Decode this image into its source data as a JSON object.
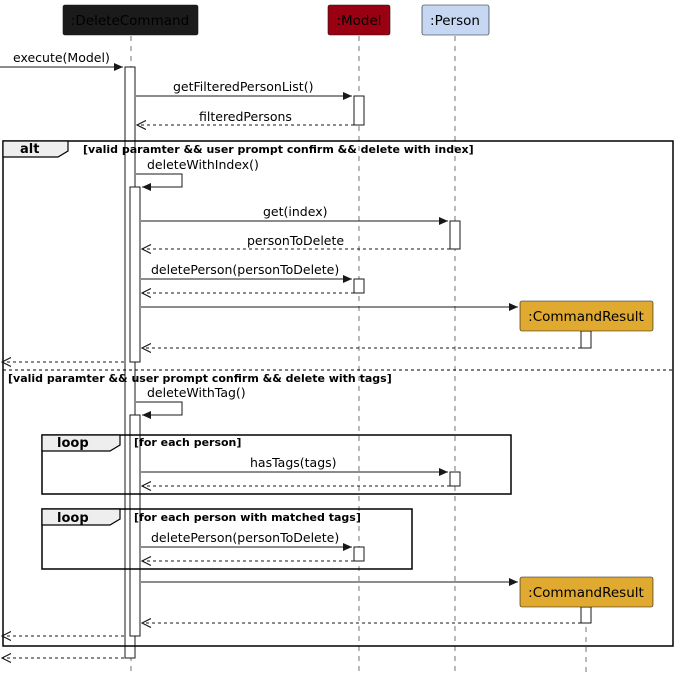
{
  "participants": {
    "delete_command": {
      "label": ":DeleteCommand",
      "fill": "#1b1b1b",
      "text_color": "#ffffff"
    },
    "model": {
      "label": ":Model",
      "fill": "#9b0012",
      "text_color": "#ffffff"
    },
    "person": {
      "label": ":Person",
      "fill": "#c5d7f2",
      "text_color": "#ffffff"
    },
    "command_result_1": {
      "label": ":CommandResult",
      "fill": "#e0a92f",
      "text_color": "#ffffff"
    },
    "command_result_2": {
      "label": ":CommandResult",
      "fill": "#e0a92f",
      "text_color": "#ffffff"
    }
  },
  "messages": {
    "execute": "execute(Model)",
    "get_filtered": "getFilteredPersonList()",
    "filtered_persons": "filteredPersons",
    "delete_with_index": "deleteWithIndex()",
    "get_index": "get(index)",
    "person_to_delete": "personToDelete",
    "delete_person_1": "deletePerson(personToDelete)",
    "delete_with_tag": "deleteWithTag()",
    "has_tags": "hasTags(tags)",
    "delete_person_2": "deletePerson(personToDelete)"
  },
  "frames": {
    "alt": {
      "label": "alt"
    },
    "loop1": {
      "label": "loop"
    },
    "loop2": {
      "label": "loop"
    }
  },
  "guards": {
    "alt_guard_1": "[valid paramter && user prompt confirm && delete with index]",
    "alt_guard_2": "[valid paramter && user prompt confirm && delete with tags]",
    "loop1_guard": "[for each person]",
    "loop2_guard": "[for each person with matched tags]"
  }
}
